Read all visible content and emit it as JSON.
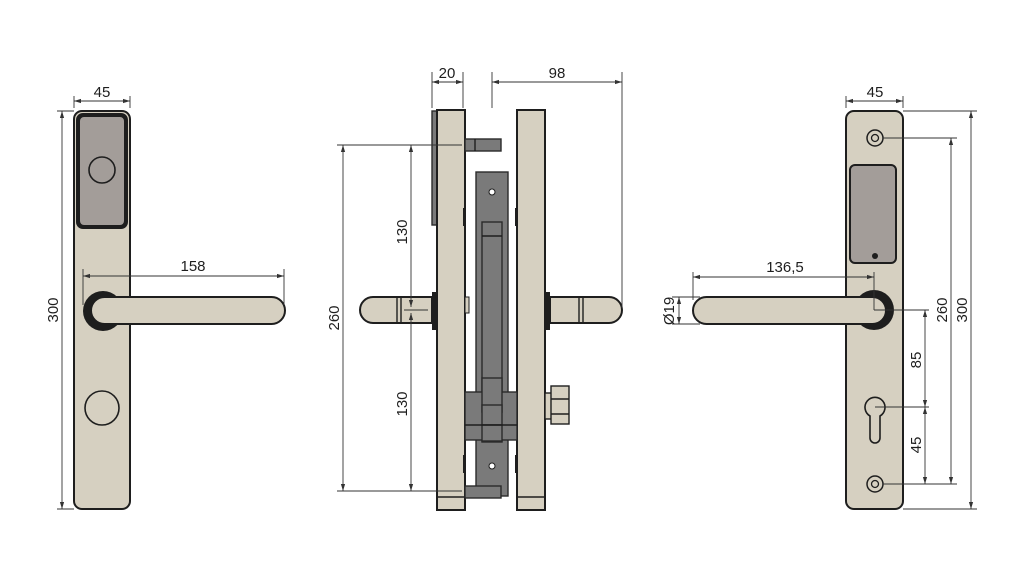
{
  "drawing": {
    "title": "Door handle set — dimensional drawing",
    "colors": {
      "plate": "#d6d0c1",
      "outline": "#1e1e1e",
      "mechanism": "#7a7a7a",
      "reader_panel": "#a39d99",
      "background": "#ffffff"
    },
    "views": {
      "front": {
        "label": "front-view",
        "dimensions": {
          "plate_width": "45",
          "plate_height": "300",
          "lever_length": "158"
        }
      },
      "side": {
        "label": "side-view",
        "dimensions": {
          "plate_depth": "20",
          "lever_projection": "98",
          "screw_spacing": "260",
          "upper_half": "130",
          "lower_half": "130"
        }
      },
      "back": {
        "label": "back-view",
        "dimensions": {
          "plate_width": "45",
          "lever_length": "136,5",
          "lever_diameter": "Ø19",
          "screw_spacing": "260",
          "plate_height": "300",
          "lever_to_cylinder": "85",
          "cylinder_to_screw": "45"
        }
      }
    }
  }
}
